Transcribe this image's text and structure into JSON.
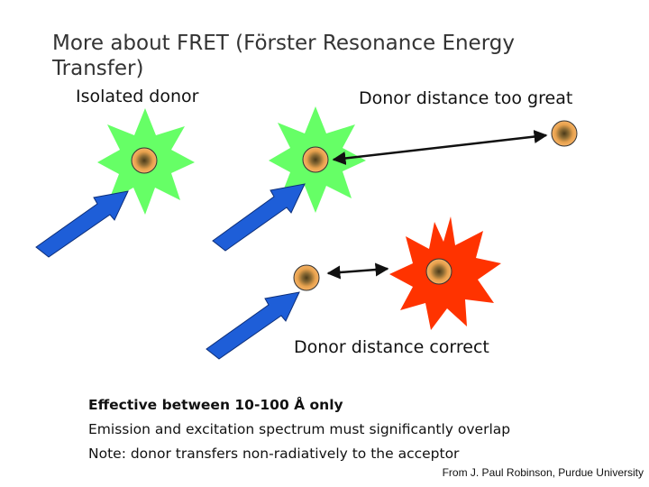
{
  "title": "More about FRET (Förster Resonance Energy Transfer)",
  "labels": {
    "isolated_donor": "Isolated donor",
    "donor_distance_too_great": "Donor distance too great",
    "donor_distance_correct": "Donor distance correct"
  },
  "notes": [
    "Effective between 10-100 Å only",
    "Emission and excitation spectrum must significantly overlap",
    "Note: donor transfers non-radiatively to the acceptor"
  ],
  "credit": "From J. Paul Robinson, Purdue University",
  "colors": {
    "donor_emission": "#66ff66",
    "acceptor_emission": "#ff3300",
    "excitation_arrow": "#1e5ed8",
    "molecule_core": "#f3a34c"
  }
}
